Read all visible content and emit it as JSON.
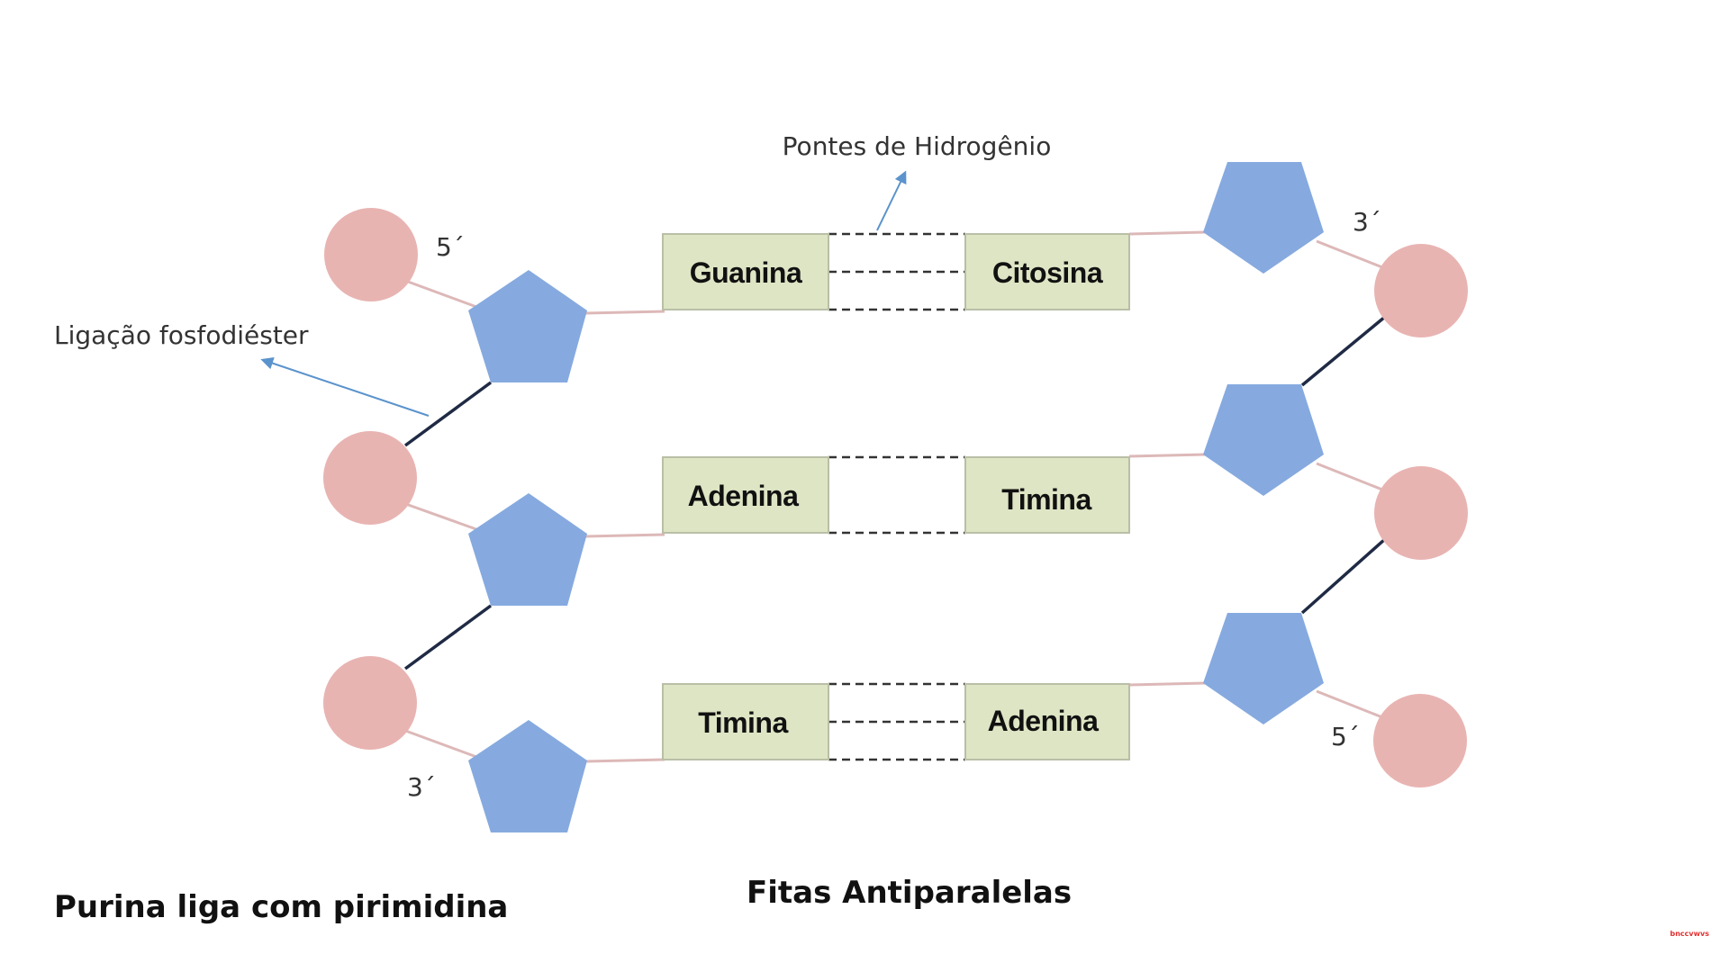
{
  "labels": {
    "hydrogen_bonds": "Pontes de Hidrogênio",
    "phosphodiester": "Ligação fosfodiéster",
    "end_5_left": "5´",
    "end_3_left": "3´",
    "end_3_right": "3´",
    "end_5_right": "5´"
  },
  "pairs": [
    {
      "left": "Guanina",
      "right": "Citosina",
      "bond_lines": 3
    },
    {
      "left": "Adenina",
      "right": "Timina",
      "bond_lines": 2
    },
    {
      "left": "Timina",
      "right": "Adenina",
      "bond_lines": 3
    }
  ],
  "captions": {
    "bottom_left": "Purina liga com pirimidina",
    "bottom_center": "Fitas Antiparalelas"
  },
  "watermark": "bnccvwvs",
  "colors": {
    "phosphate": "#e8b4b2",
    "sugar": "#86aadf",
    "base_box": "#dde5c4",
    "base_box_border": "#b9bfa6",
    "backbone": "#1f2a44",
    "connector": "#ddb8b8",
    "arrow": "#5b93cc"
  }
}
